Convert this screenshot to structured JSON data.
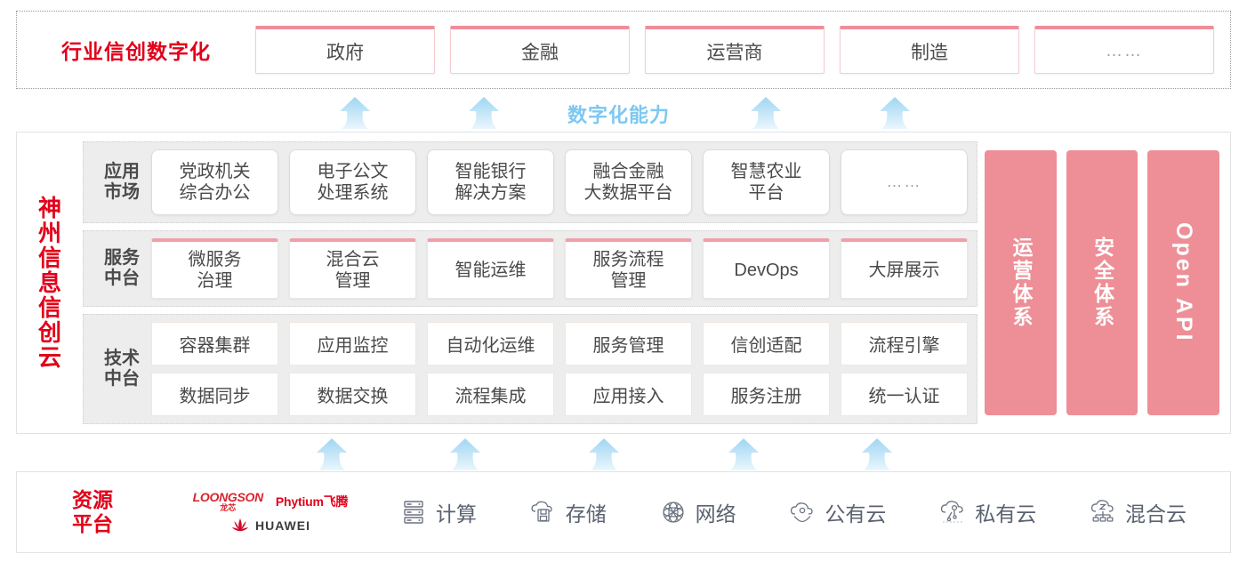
{
  "industry": {
    "title": "行业信创数字化",
    "cards": [
      {
        "label": "政府"
      },
      {
        "label": "金融"
      },
      {
        "label": "运营商"
      },
      {
        "label": "制造"
      },
      {
        "label": "……"
      }
    ]
  },
  "capability_label": "数字化能力",
  "cloud": {
    "title_chars": [
      "神",
      "州",
      "信",
      "息",
      "信",
      "创",
      "云"
    ],
    "layers": {
      "app": {
        "label_lines": [
          "应用",
          "市场"
        ],
        "cards": [
          {
            "line1": "党政机关",
            "line2": "综合办公"
          },
          {
            "line1": "电子公文",
            "line2": "处理系统"
          },
          {
            "line1": "智能银行",
            "line2": "解决方案"
          },
          {
            "line1": "融合金融",
            "line2": "大数据平台"
          },
          {
            "line1": "智慧农业",
            "line2": "平台"
          },
          {
            "line1": "……",
            "line2": ""
          }
        ]
      },
      "service": {
        "label_lines": [
          "服务",
          "中台"
        ],
        "cards": [
          {
            "line1": "微服务",
            "line2": "治理"
          },
          {
            "line1": "混合云",
            "line2": "管理"
          },
          {
            "line1": "智能运维",
            "line2": ""
          },
          {
            "line1": "服务流程",
            "line2": "管理"
          },
          {
            "line1": "DevOps",
            "line2": ""
          },
          {
            "line1": "大屏展示",
            "line2": ""
          }
        ]
      },
      "tech": {
        "label_lines": [
          "技术",
          "中台"
        ],
        "row1": [
          "容器集群",
          "应用监控",
          "自动化运维",
          "服务管理",
          "信创适配",
          "流程引擎"
        ],
        "row2": [
          "数据同步",
          "数据交换",
          "流程集成",
          "应用接入",
          "服务注册",
          "统一认证"
        ]
      }
    },
    "side_panels": [
      {
        "text": "运营体系",
        "type": "cn"
      },
      {
        "text": "安全体系",
        "type": "cn"
      },
      {
        "text": "Open API",
        "type": "en"
      }
    ]
  },
  "resource": {
    "title_lines": [
      "资源",
      "平台"
    ],
    "logos": [
      {
        "name": "LOONGSON",
        "sub": "龙芯"
      },
      {
        "name": "Phytium飞腾",
        "sub": ""
      },
      {
        "name": "HUAWEI",
        "sub": ""
      }
    ],
    "items": [
      {
        "label": "计算",
        "icon": "server-icon"
      },
      {
        "label": "存储",
        "icon": "cloud-storage-icon"
      },
      {
        "label": "网络",
        "icon": "network-globe-icon"
      },
      {
        "label": "公有云",
        "icon": "public-cloud-icon"
      },
      {
        "label": "私有云",
        "icon": "private-cloud-icon"
      },
      {
        "label": "混合云",
        "icon": "hybrid-cloud-icon"
      }
    ]
  },
  "colors": {
    "brand_red": "#e2001a",
    "panel_pink": "#ee8e96",
    "card_top_pink": "#efa0a8",
    "arrow_blue": "#a9dcf5",
    "capability_blue": "#7dc8f0",
    "layer_bg": "#ededed"
  }
}
